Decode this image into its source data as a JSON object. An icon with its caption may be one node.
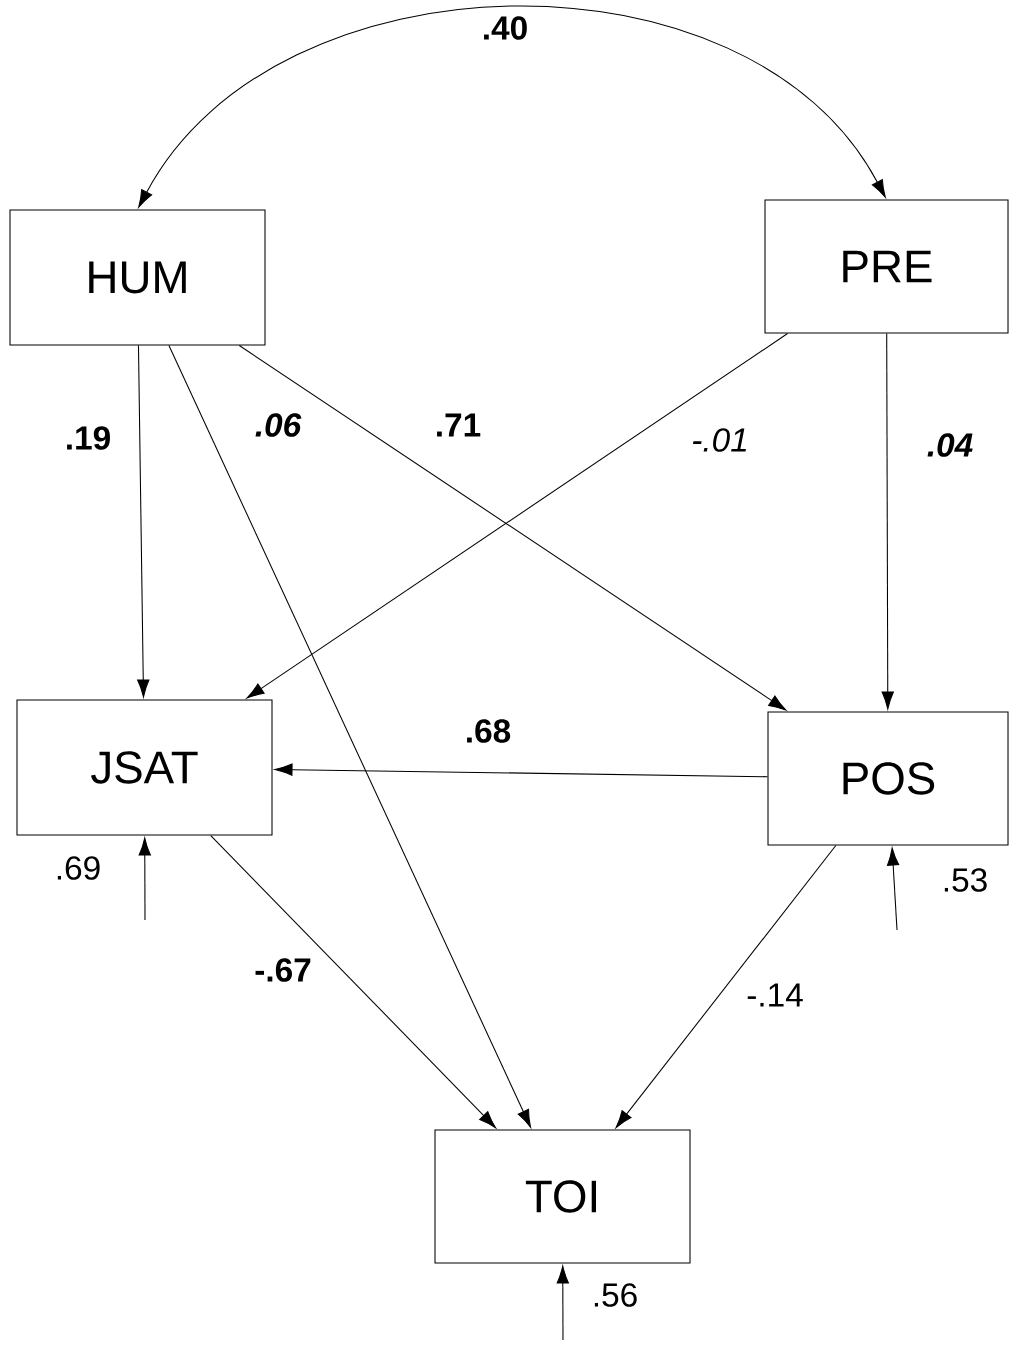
{
  "diagram": {
    "nodes": [
      {
        "text": [
          "HUM"
        ]
      },
      {
        "text": [
          "PRE"
        ]
      },
      {
        "text": [
          "JSAT"
        ]
      },
      {
        "text": [
          "POS"
        ]
      },
      {
        "text": [
          "TOI"
        ]
      }
    ],
    "edges": [
      {
        "from": 0,
        "to": 1,
        "arrow": "both",
        "label": ".40"
      },
      {
        "from": 0,
        "to": 2,
        "arrow": "to",
        "label": ".19"
      },
      {
        "from": 0,
        "to": 4,
        "arrow": "to",
        "label": ".06"
      },
      {
        "from": 0,
        "to": 3,
        "arrow": "to",
        "label": ".71"
      },
      {
        "from": 1,
        "to": 2,
        "arrow": "to",
        "label": "-.01"
      },
      {
        "from": 1,
        "to": 3,
        "arrow": "to",
        "label": ".04"
      },
      {
        "from": 3,
        "to": 2,
        "arrow": "to",
        "label": ".68"
      },
      {
        "from": 2,
        "to": 4,
        "arrow": "to",
        "label": "-.67"
      },
      {
        "from": 3,
        "to": 4,
        "arrow": "to",
        "label": "-.14"
      },
      {
        "from": null,
        "to": 2,
        "arrow": "to",
        "label": ".69"
      },
      {
        "from": null,
        "to": 3,
        "arrow": "to",
        "label": ".53"
      },
      {
        "from": null,
        "to": 4,
        "arrow": "to",
        "label": ".56"
      }
    ]
  }
}
